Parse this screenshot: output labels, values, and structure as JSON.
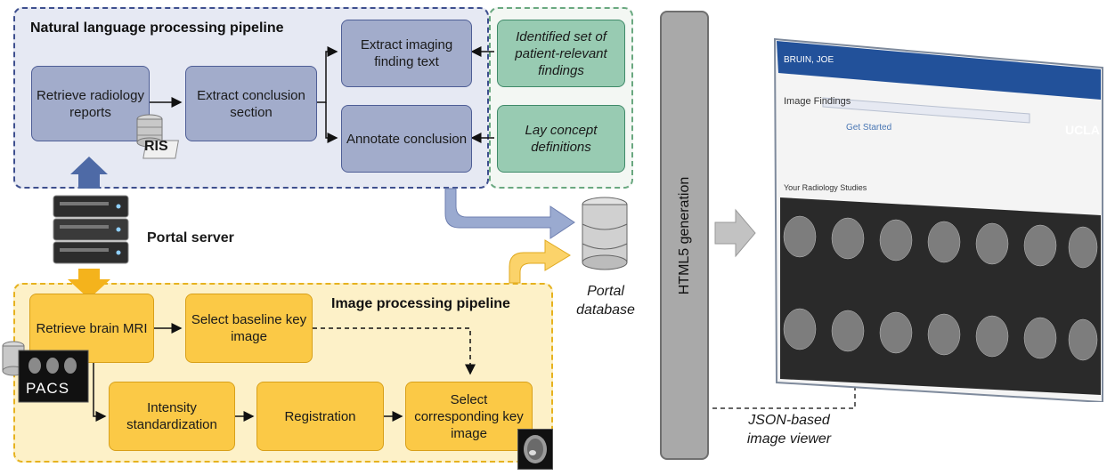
{
  "nlp": {
    "title": "Natural language processing pipeline",
    "retrieve_reports": "Retrieve radiology reports",
    "extract_conclusion": "Extract conclusion section",
    "extract_imaging": "Extract imaging finding text",
    "annotate": "Annotate conclusion",
    "findings": "Identified set of patient-relevant findings",
    "lay_concept": "Lay concept definitions",
    "ris_label": "RIS"
  },
  "server": {
    "label": "Portal server"
  },
  "database": {
    "label": "Portal database"
  },
  "image": {
    "title": "Image processing pipeline",
    "retrieve_mri": "Retrieve brain MRI",
    "select_baseline": "Select baseline key image",
    "intensity": "Intensity standardization",
    "registration": "Registration",
    "select_corresponding": "Select corresponding key image",
    "pacs_label": "PACS"
  },
  "html5": {
    "label": "HTML5 generation"
  },
  "viewer": {
    "json_label": "JSON-based image viewer",
    "patient_name": "BRUIN, JOE",
    "section_title": "Image Findings",
    "brand": "UCLA",
    "get_started": "Get Started",
    "studies_title": "Your Radiology Studies"
  },
  "colors": {
    "nlp_accent": "#3e4f8e",
    "findings_accent": "#6aa880",
    "image_accent": "#e6b21f"
  }
}
